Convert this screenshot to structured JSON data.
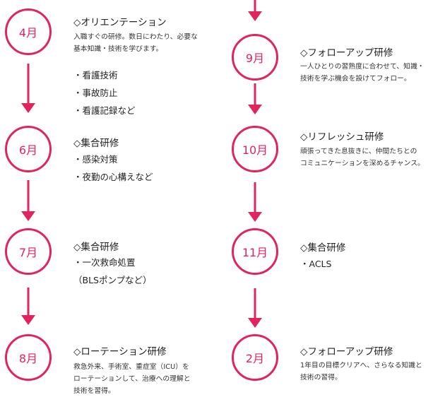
{
  "theme": {
    "accent": "#e0245e"
  },
  "left": [
    {
      "month": "4月",
      "title": "◇オリエンテーション",
      "desc": [
        "入職すぐの研修。数日にわたり、必要な",
        "基本知識・技術を学びます。"
      ],
      "bullets": [
        "・看護技術",
        "・事故防止",
        "・看護記録など"
      ]
    },
    {
      "month": "6月",
      "title": "◇集合研修",
      "bullets": [
        "・感染対策",
        "・夜勤の心構えなど"
      ]
    },
    {
      "month": "7月",
      "title": "◇集合研修",
      "bullets": [
        "・一次救命処置",
        "（BLSポンプなど）"
      ]
    },
    {
      "month": "8月",
      "title": "◇ローテーション研修",
      "desc": [
        "救急外来、手術室、重症室（ICU）を",
        "ローテーションして、治療への理解と",
        "技術を習得。"
      ]
    }
  ],
  "right": [
    {
      "month": "9月",
      "title": "◇フォローアップ研修",
      "desc": [
        "一人ひとりの習熟度に合わせて、知識・",
        "技術を学ぶ機会を設けてフォロー。"
      ]
    },
    {
      "month": "10月",
      "title": "◇リフレッシュ研修",
      "desc": [
        "頑張ってきた息抜きに、仲間たちとの",
        "コミュニケーションを深めるチャンス。"
      ]
    },
    {
      "month": "11月",
      "title": "◇集合研修",
      "bullets": [
        "・ACLS"
      ]
    },
    {
      "month": "2月",
      "title": "◇フォローアップ研修",
      "desc": [
        "1年目の目標クリアへ、さらなる知識と",
        "技術の習得。"
      ]
    }
  ]
}
